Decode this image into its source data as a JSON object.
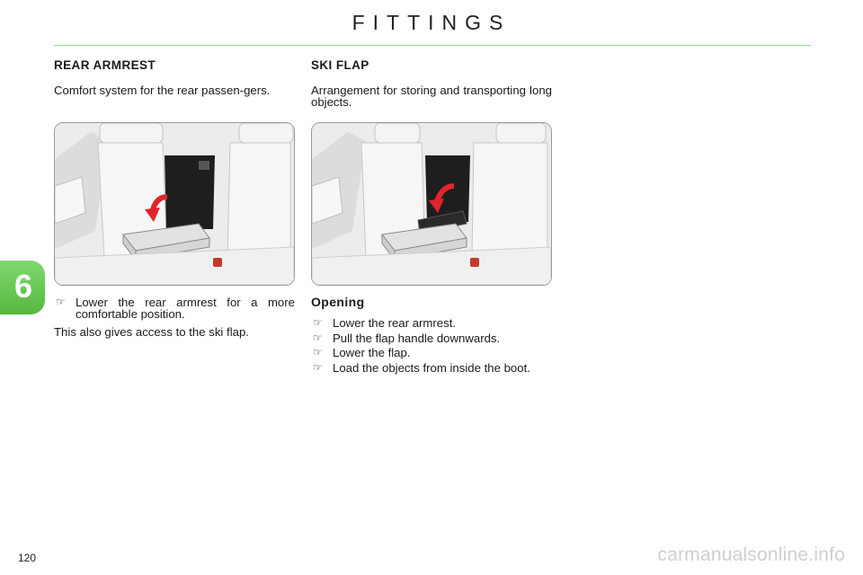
{
  "header": {
    "title": "FITTINGS"
  },
  "chapter_tab": {
    "number": "6"
  },
  "armrest": {
    "heading": "REAR ARMREST",
    "intro": "Comfort system for the rear passen-gers.",
    "steps": [
      "Lower the rear armrest for a more comfortable position."
    ],
    "note": "This also gives access to the ski flap."
  },
  "ski_flap": {
    "heading": "SKI FLAP",
    "intro": "Arrangement for storing and transporting long objects.",
    "opening_heading": "Opening",
    "steps": [
      "Lower the rear armrest.",
      "Pull the flap handle downwards.",
      "Lower the flap.",
      "Load the objects from inside the boot."
    ]
  },
  "footer": {
    "page_number": "120",
    "watermark": "carmanualsonline.info"
  },
  "colors": {
    "accent_green": "#5cbf47",
    "rule": "#8fdc8a",
    "arrow_red": "#e0262b"
  },
  "icons": {
    "bullet": "pointing-hand-icon"
  }
}
